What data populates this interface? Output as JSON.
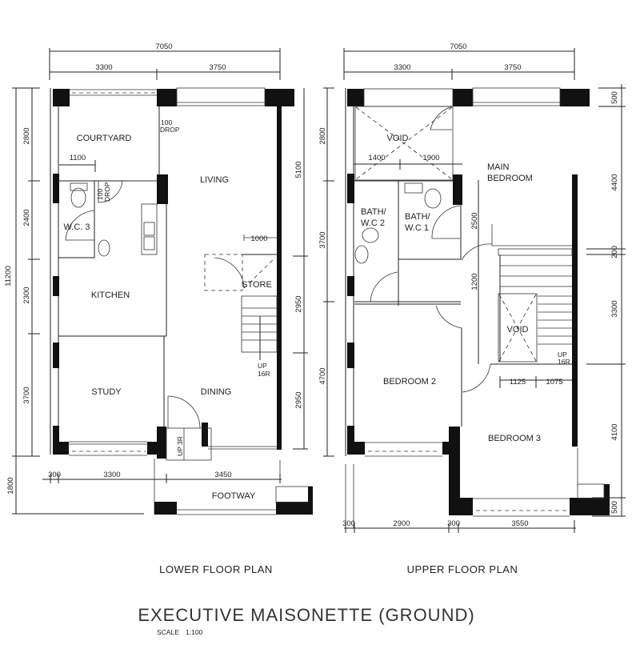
{
  "lower_plan": {
    "title": "LOWER FLOOR PLAN",
    "rooms": {
      "courtyard": "COURTYARD",
      "living": "LIVING",
      "wc3": "W.C. 3",
      "kitchen": "KITCHEN",
      "store": "STORE",
      "study": "STUDY",
      "dining": "DINING",
      "footway": "FOOTWAY"
    },
    "notes": {
      "drop_a_1": "100",
      "drop_a_2": "DROP",
      "drop_b_1": "100",
      "drop_b_2": "DROP",
      "stair_up_1": "UP",
      "stair_up_2": "16R",
      "entry_up": "UP 3R"
    },
    "dimensions": {
      "top_total": "7050",
      "top_left": "3300",
      "top_right": "3750",
      "courtyard_width": "1100",
      "store_width": "1000",
      "left_total": "11200",
      "left_1": "2800",
      "left_2": "2400",
      "left_3": "2300",
      "left_4": "3700",
      "left_footway": "1800",
      "right_1": "5100",
      "right_2": "2950",
      "right_3": "2950",
      "bottom_1": "300",
      "bottom_2": "3300",
      "bottom_3": "3450"
    }
  },
  "upper_plan": {
    "title": "UPPER FLOOR PLAN",
    "rooms": {
      "void_top": "VOID",
      "main_bedroom_1": "MAIN",
      "main_bedroom_2": "BEDROOM",
      "bath2_1": "BATH/",
      "bath2_2": "W.C  2",
      "bath1_1": "BATH/",
      "bath1_2": "W.C  1",
      "void_stair": "VOID",
      "bedroom2": "BEDROOM  2",
      "bedroom3": "BEDROOM  3"
    },
    "notes": {
      "stair_up_1": "UP",
      "stair_up_2": "16R"
    },
    "dimensions": {
      "top_total": "7050",
      "top_left": "3300",
      "top_right": "3750",
      "void_1": "1400",
      "void_2": "1900",
      "inner_1": "2500",
      "inner_2": "1200",
      "stair_1": "1125",
      "stair_2": "1075",
      "left_1": "2800",
      "left_2": "3700",
      "left_3": "4700",
      "right_1": "500",
      "right_2": "4400",
      "right_3": "200",
      "right_4": "3300",
      "right_5": "4100",
      "right_6": "500",
      "bottom_1": "300",
      "bottom_2": "2900",
      "bottom_3": "300",
      "bottom_4": "3550"
    }
  },
  "footer": {
    "title": "EXECUTIVE MAISONETTE (GROUND)",
    "scale_label": "SCALE",
    "scale_value": "1:100"
  }
}
